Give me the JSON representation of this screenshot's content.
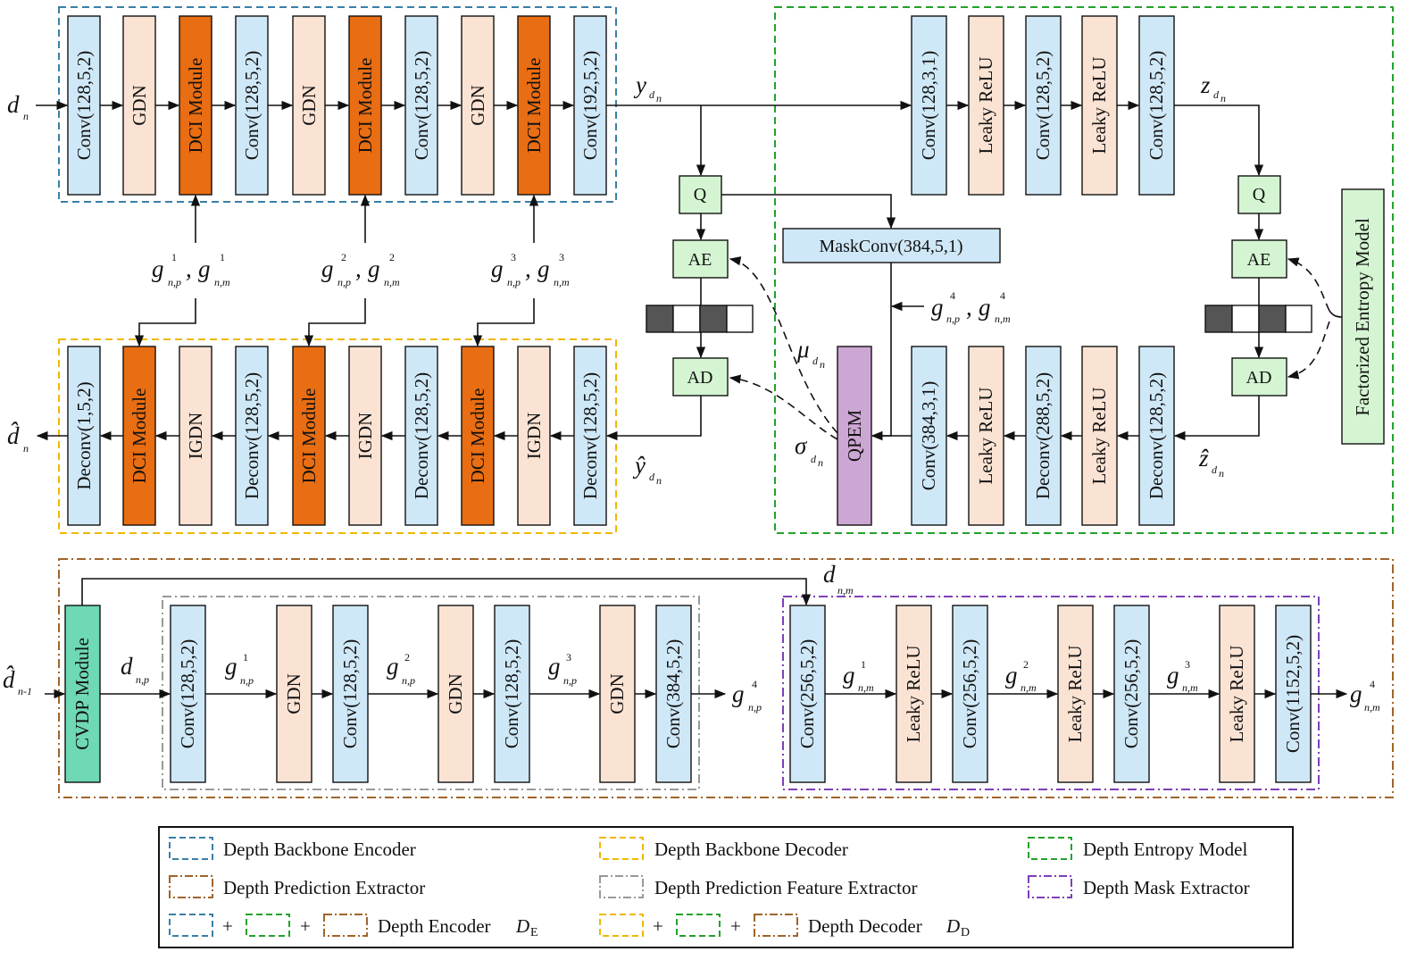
{
  "blocks": {
    "enc_conv1": "Conv(128,5,2)",
    "enc_gdn1": "GDN",
    "enc_dci1": "DCI Module",
    "enc_conv2": "Conv(128,5,2)",
    "enc_gdn2": "GDN",
    "enc_dci2": "DCI Module",
    "enc_conv3": "Conv(128,5,2)",
    "enc_gdn3": "GDN",
    "enc_dci3": "DCI Module",
    "enc_conv4": "Conv(192,5,2)",
    "dec_deconv1": "Deconv(1,5,2)",
    "dec_dci1": "DCI Module",
    "dec_igdn1": "IGDN",
    "dec_deconv2": "Deconv(128,5,2)",
    "dec_dci2": "DCI Module",
    "dec_igdn2": "IGDN",
    "dec_deconv3": "Deconv(128,5,2)",
    "dec_dci3": "DCI Module",
    "dec_igdn3": "IGDN",
    "dec_deconv4": "Deconv(128,5,2)",
    "q1": "Q",
    "ae1": "AE",
    "ad1": "AD",
    "maskconv": "MaskConv(384,5,1)",
    "qpem": "QPEM",
    "he_conv1": "Conv(128,3,1)",
    "he_lrelu1": "Leaky ReLU",
    "he_conv2": "Conv(128,5,2)",
    "he_lrelu2": "Leaky ReLU",
    "he_conv3": "Conv(128,5,2)",
    "hd_conv1": "Conv(384,3,1)",
    "hd_lrelu1": "Leaky ReLU",
    "hd_deconv1": "Deconv(288,5,2)",
    "hd_lrelu2": "Leaky ReLU",
    "hd_deconv2": "Deconv(128,5,2)",
    "q2": "Q",
    "ae2": "AE",
    "ad2": "AD",
    "fem": "Factorized Entropy Model",
    "cvdp": "CVDP Module",
    "pf_conv1": "Conv(128,5,2)",
    "pf_gdn1": "GDN",
    "pf_conv2": "Conv(128,5,2)",
    "pf_gdn2": "GDN",
    "pf_conv3": "Conv(128,5,2)",
    "pf_gdn3": "GDN",
    "pf_conv4": "Conv(384,5,2)",
    "mk_conv1": "Conv(256,5,2)",
    "mk_lrelu1": "Leaky ReLU",
    "mk_conv2": "Conv(256,5,2)",
    "mk_lrelu2": "Leaky ReLU",
    "mk_conv3": "Conv(256,5,2)",
    "mk_lrelu3": "Leaky ReLU",
    "mk_conv4": "Conv(1152,5,2)"
  },
  "symbols": {
    "d_n": {
      "main": "d",
      "sub": "n"
    },
    "d_hat_n": {
      "main": "d̂",
      "sub": "n"
    },
    "d_hat_n1": {
      "main": "d̂",
      "sub": "n-1"
    },
    "y_dn": {
      "main": "y",
      "sub": "d",
      "subsub": "n"
    },
    "y_hat_dn": {
      "main": "ŷ",
      "sub": "d",
      "subsub": "n"
    },
    "z_dn": {
      "main": "z",
      "sub": "d",
      "subsub": "n"
    },
    "z_hat_dn": {
      "main": "ẑ",
      "sub": "d",
      "subsub": "n"
    },
    "mu_dn": {
      "main": "μ",
      "sub": "d",
      "subsub": "n"
    },
    "sigma_dn": {
      "main": "σ",
      "sub": "d",
      "subsub": "n"
    },
    "d_np": {
      "main": "d",
      "sub": "n,p"
    },
    "d_nm": {
      "main": "d",
      "sub": "n,m"
    },
    "g1p": {
      "main": "g",
      "sup": "1",
      "sub": "n,p"
    },
    "g2p": {
      "main": "g",
      "sup": "2",
      "sub": "n,p"
    },
    "g3p": {
      "main": "g",
      "sup": "3",
      "sub": "n,p"
    },
    "g4p": {
      "main": "g",
      "sup": "4",
      "sub": "n,p"
    },
    "g1m": {
      "main": "g",
      "sup": "1",
      "sub": "n,m"
    },
    "g2m": {
      "main": "g",
      "sup": "2",
      "sub": "n,m"
    },
    "g3m": {
      "main": "g",
      "sup": "3",
      "sub": "n,m"
    },
    "g4m": {
      "main": "g",
      "sup": "4",
      "sub": "n,m"
    },
    "comma": ","
  },
  "legend": {
    "backbone_encoder": "Depth Backbone Encoder",
    "backbone_decoder": "Depth Backbone Decoder",
    "entropy_model": "Depth Entropy Model",
    "prediction_extractor": "Depth Prediction Extractor",
    "prediction_feature_extractor": "Depth Prediction Feature Extractor",
    "mask_extractor": "Depth Mask Extractor",
    "plus": "+",
    "encoder_label": "Depth Encoder ",
    "encoder_symbol": "D",
    "encoder_sub": "E",
    "decoder_label": "Depth Decoder ",
    "decoder_symbol": "D",
    "decoder_sub": "D"
  },
  "colors": {
    "encoder_border": "#3a7fa6",
    "decoder_border": "#f0b800",
    "entropy_border": "#22a22a",
    "prediction_border": "#a0642a",
    "feature_border": "#999999",
    "mask_border": "#7e3fb8",
    "conv_fill": "#cfe8f7",
    "gdn_fill": "#fbe3d4",
    "dci_fill": "#e96d12",
    "green_fill": "#d5f5d2",
    "qpem_fill": "#cda7d3",
    "cvdp_fill": "#6fd8b4",
    "bitstream_dark": "#555555"
  }
}
